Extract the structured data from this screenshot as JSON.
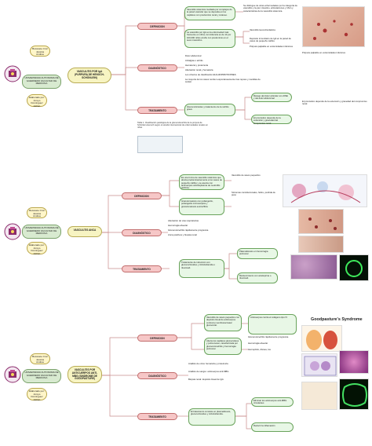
{
  "sections": [
    {
      "authors": [
        "Bocanete Cruz Jessica Andrea",
        "Elaborado por: Arroyo Dominguez Adrian"
      ],
      "university": "UNIVERSIDAD AUTONOMA DE GUERRERO FACULTAD DE MEDICINA",
      "title": "VASCULITIS POR IgA (PURPURA DE HENOCH-SCHÖNLEIN)",
      "categories": [
        "DEFINICION",
        "DIAGNÓSTICO",
        "TRATAMIENTO"
      ],
      "info": [
        "Vasculitis sistemica mediada por complejos de la pared vascular que se deposita en los capilares con predominio renal y cutaneo.",
        "Se distingue de otras enfermedades por la categoria de vasculitis y la piel, intestino, articulaciones y riñón y caracteristicas de la vasculitis sistemica.",
        "La vasculitis por IgA es la enfermedad más frecuente en niños, la incidencia es de 14 por 100,000 niños al año con predominio en el sexo masculino.",
        "Vasculitis leucocitoclastica",
        "Depósito inmunitario de IgA en la pared de vasos de pequeño calibre",
        "Púrpura palpable en extremidades inferiores",
        "Dolor abdominal",
        "Artralgias o artritis",
        "Hematuria y proteinuria",
        "Afectación renal y hematuria",
        "Los criterios de clasificación EULAR/PRINTO/PRES",
        "La mayoría de los casos remiten espontaneamente tras reposo y medidas de sostén",
        "Glucocorticoides y tratamiento de la nefritis grave",
        "Manejo del dolor articular con AINE y del dolor abdominal",
        "El pronóstico depende de la extensión y gravedad del compromiso renal."
      ],
      "caption": "Tabla 1. Clasificación patológica de la glomerulonefritis de la púrpura de Schönlein-Henoch según el estudio internacional de enfermedades renales en niños"
    },
    {
      "authors": [
        "Bocanete Cruz Jessica Andrea",
        "Elaborado por: Arroyo Dominguez Adrian"
      ],
      "university": "UNIVERSIDAD AUTONOMA DE GUERRERO FACULTAD DE MEDICINA",
      "title": "VASCULITIS ANCA",
      "categories": [
        "DEFINICION",
        "DIAGNÓSTICO",
        "TRATAMIENTO"
      ],
      "info": [
        "Es una forma de vasculitis sistémica que afecta predominantemente a los vasos de pequeño calibre y se asocia con anticuerpos anticitoplasma de neutrófilo (ANCA).",
        "Vasculitis de vasos pequeños",
        "Granulomatosis con poliangeítis, poliangeitis microscópica y granulomatosis eosinofílica",
        "Síntomas constitucionales, fiebre, pérdida de peso",
        "Afectación de vías respiratorias",
        "Hemorragia alveolar",
        "Glomerulonefritis rápidamente progresiva",
        "Anca positivos y biopsia renal",
        "Tratamiento de inducción con glucocorticoides y ciclofosfamida o rituximab",
        "Plasmaféresis en hemorragia pulmonar",
        "Mantenimiento con azatioprina o rituximab"
      ]
    },
    {
      "authors": [
        "Bocanete Cruz Jessica Andrea",
        "Elaborado por: Arroyo Dominguez Adrian"
      ],
      "university": "UNIVERSIDAD AUTONOMA DE GUERRERO FACULTAD DE MEDICINA",
      "title": "VASCULITIS POR ANTICUERPOS ANTI-MBG (SINDROME DE GOODPASTURE)",
      "categories": [
        "DEFINICION",
        "DIAGNÓSTICO",
        "TRATAMIENTO"
      ],
      "info": [
        "Vasculitis de vasos pequeños con depósito lineal de anticuerpos contra la membrana basal glomerular.",
        "Afecta los capilares glomerulares y pulmonares, caracterizada por glomerulonefritis y hemorragia pulmonar.",
        "Anticuerpos contra el colágeno tipo IV",
        "Glomerulonefritis rápidamente progresiva",
        "Hemorragia alveolar",
        "Hemoptisis, disnea, tos",
        "Análisis de orina: hematuria y proteinuria",
        "Análisis de sangre: anticuerpos anti-MBG",
        "Biopsia renal: depósito lineal de IgG",
        "El tratamiento consiste en plasmaféresis, glucocorticoides y ciclofosfamida.",
        "Eliminar los anticuerpos anti-MBG circulantes",
        "Reducir la inflamación"
      ],
      "goodpasture_title": "Goodpasture's Syndrome"
    }
  ]
}
